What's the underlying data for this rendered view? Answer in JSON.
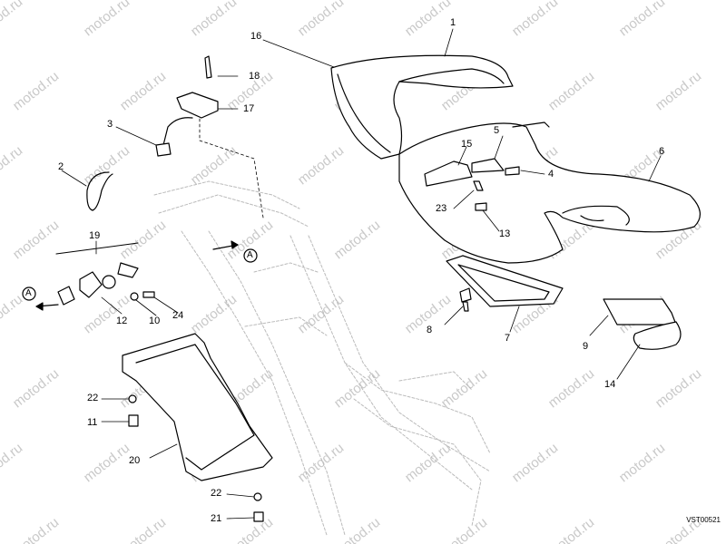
{
  "diagram": {
    "callouts": [
      "1",
      "2",
      "3",
      "4",
      "5",
      "6",
      "7",
      "8",
      "9",
      "10",
      "11",
      "12",
      "13",
      "14",
      "15",
      "16",
      "17",
      "18",
      "19",
      "20",
      "21",
      "22",
      "22",
      "23",
      "24"
    ],
    "view_markers": [
      "A",
      "A"
    ],
    "drawing_code": "VST00521"
  },
  "watermark": {
    "text": "motod.ru"
  }
}
